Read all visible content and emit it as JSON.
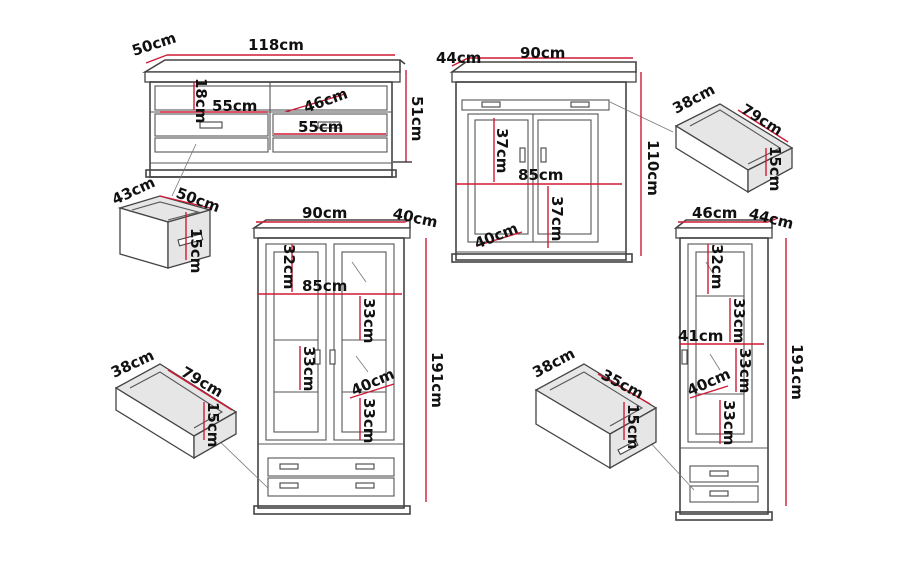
{
  "colors": {
    "dimension_line": "#d11a35",
    "outline": "#444444",
    "shading": "#e6e6e6"
  },
  "tv_unit": {
    "depth": "50cm",
    "width": "118cm",
    "height": "51cm",
    "shelf_height": "18cm",
    "shelf_width": "55cm",
    "shelf_depth": "46cm",
    "drawer_width": "55cm"
  },
  "tv_drawer": {
    "depth": "43cm",
    "width": "50cm",
    "height": "15cm"
  },
  "chest": {
    "depth": "44cm",
    "width": "90cm",
    "height": "110cm",
    "upper_height": "37cm",
    "inner_width": "85cm",
    "lower_height": "37cm",
    "inner_depth": "40cm"
  },
  "chest_drawer": {
    "depth": "38cm",
    "width": "79cm",
    "height": "15cm"
  },
  "vitrine_wide": {
    "width": "90cm",
    "depth": "40cm",
    "height": "191cm",
    "top_shelf": "32cm",
    "inner_width": "85cm",
    "shelf_a": "33cm",
    "shelf_b": "33cm",
    "inner_depth": "40cm",
    "shelf_c": "33cm"
  },
  "vitrine_wide_drawer": {
    "depth": "38cm",
    "width": "79cm",
    "height": "15cm"
  },
  "vitrine_narrow": {
    "width": "46cm",
    "depth": "44cm",
    "height": "191cm",
    "top_shelf": "32cm",
    "shelf_a": "33cm",
    "inner_width": "41cm",
    "shelf_b": "33cm",
    "inner_depth": "40cm",
    "shelf_c": "33cm"
  },
  "vitrine_narrow_drawer": {
    "depth": "38cm",
    "width": "35cm",
    "height": "15cm"
  }
}
